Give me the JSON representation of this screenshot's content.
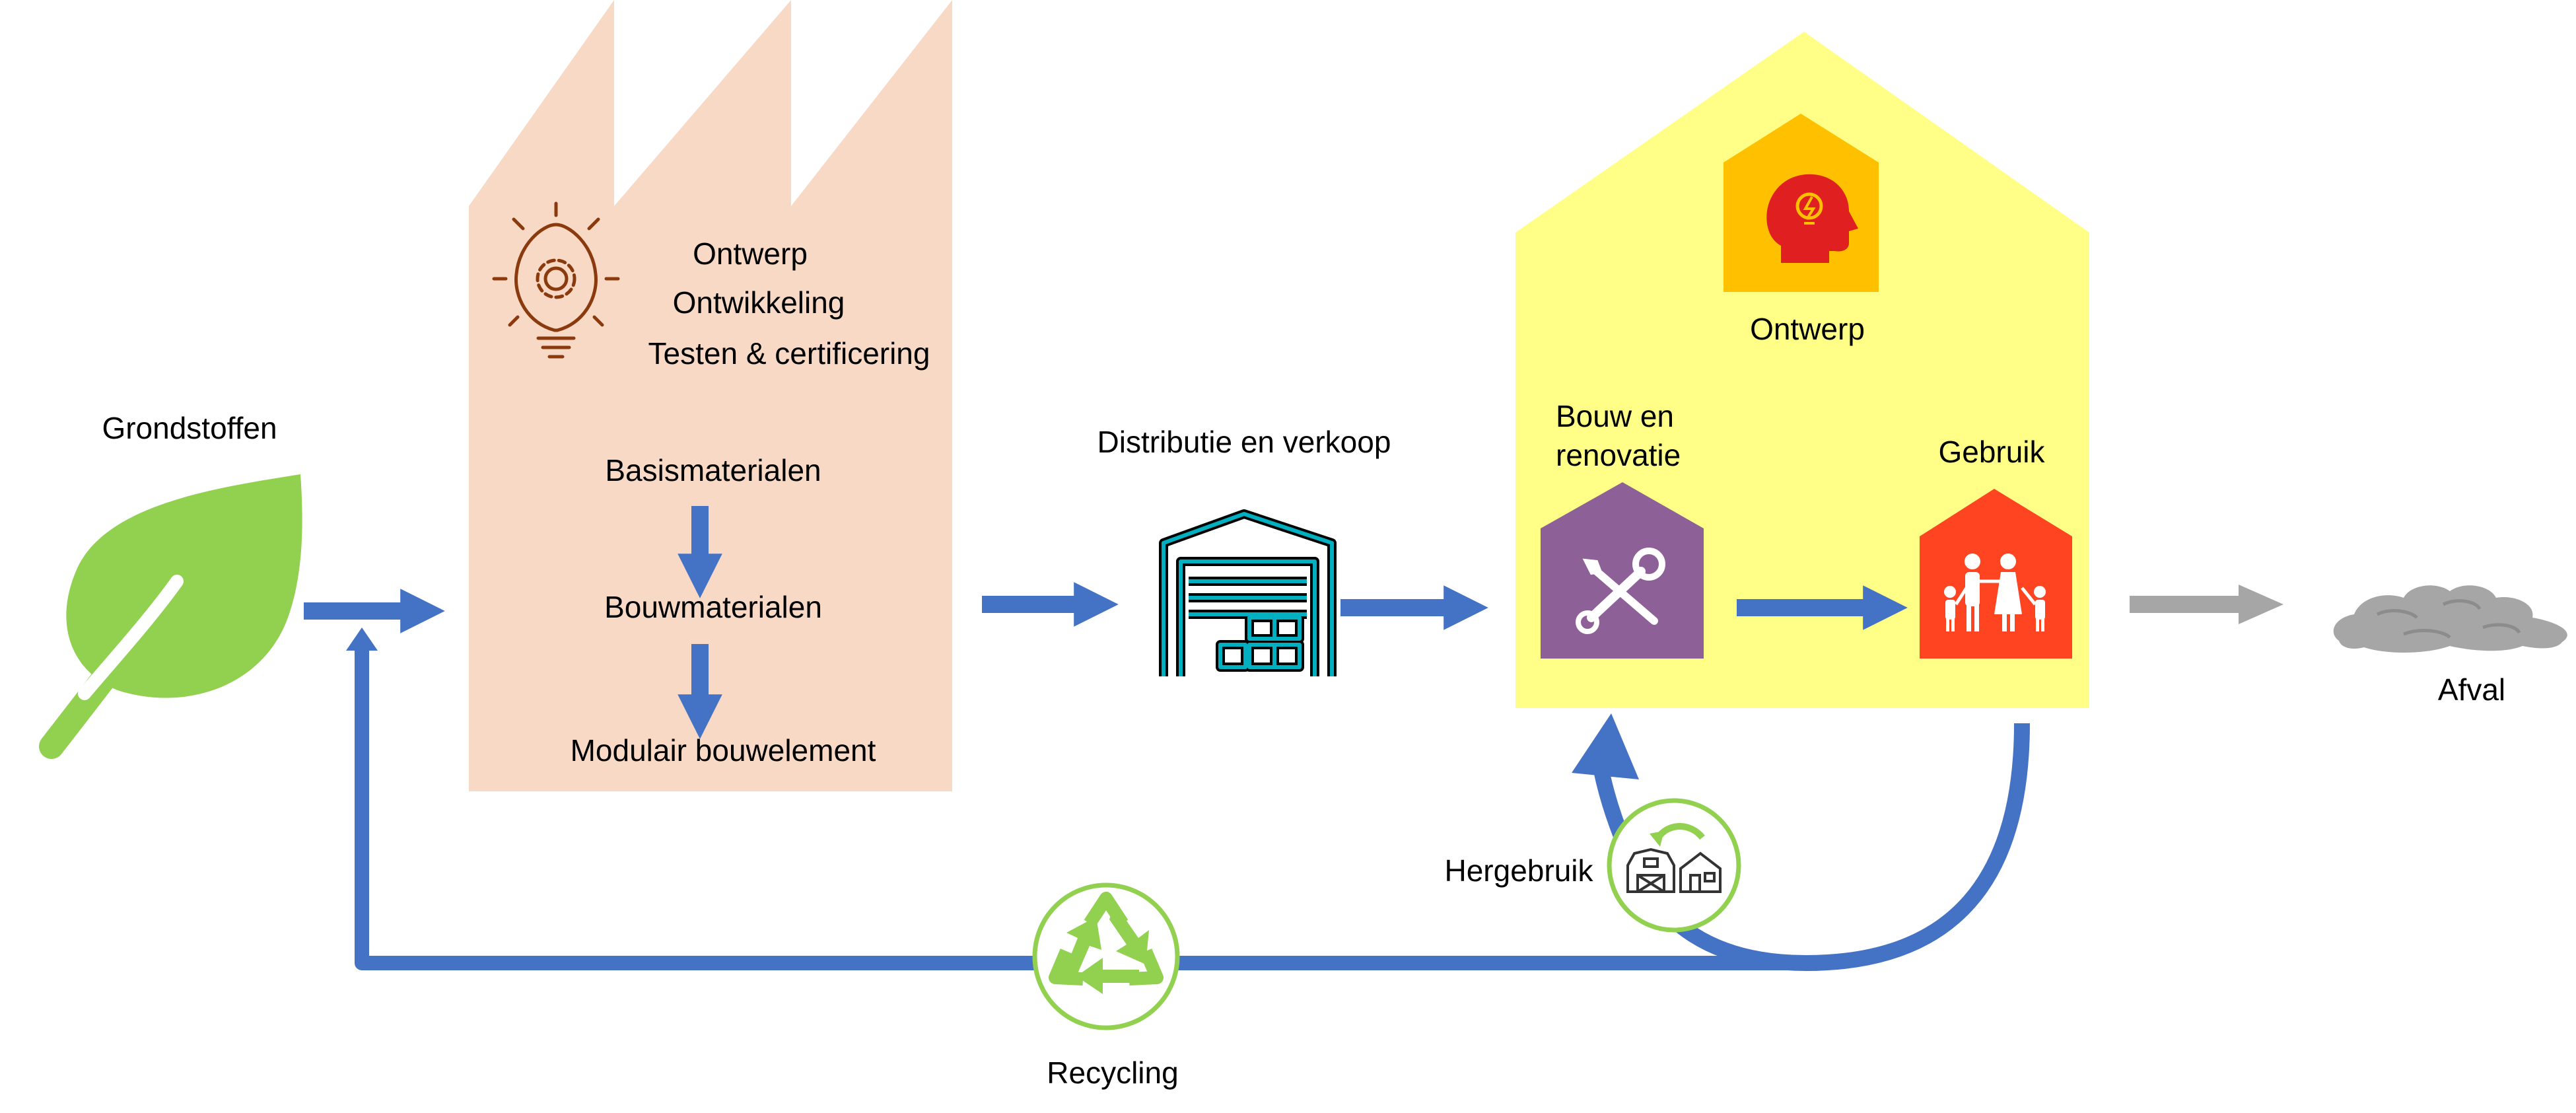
{
  "labels": {
    "raw_materials": "Grondstoffen",
    "distribution": "Distributie en verkoop",
    "waste": "Afval",
    "recycling": "Recycling",
    "reuse": "Hergebruik"
  },
  "factory": {
    "phases": [
      "Ontwerp",
      "Ontwikkeling",
      "Testen & certificering"
    ],
    "steps": [
      "Basismaterialen",
      "Bouwmaterialen",
      "Modulair bouwelement"
    ]
  },
  "building": {
    "design_label": "Ontwerp",
    "construction_label_lines": [
      "Bouw en",
      "renovatie"
    ],
    "use_label": "Gebruik"
  },
  "icons": {
    "leaf": "leaf-icon",
    "lightbulb_gear": "lightbulb-gear-icon",
    "warehouse": "warehouse-icon",
    "head_lightbulb": "head-lightbulb-icon",
    "tools": "wrench-screwdriver-icon",
    "family": "family-icon",
    "waste_cloud": "waste-pile-icon",
    "recycle": "recycle-icon",
    "reuse": "barn-house-reuse-icon"
  },
  "colors": {
    "flow_arrow": "#4472C4",
    "waste_arrow": "#A6A6A6",
    "leaf": "#92D050",
    "factory": "#F8D9C5",
    "building": "#FFFF88",
    "design_block": "#FFC000",
    "construction_block": "#8E6098",
    "use_block": "#FF4422",
    "warehouse": "#00B0C0"
  }
}
